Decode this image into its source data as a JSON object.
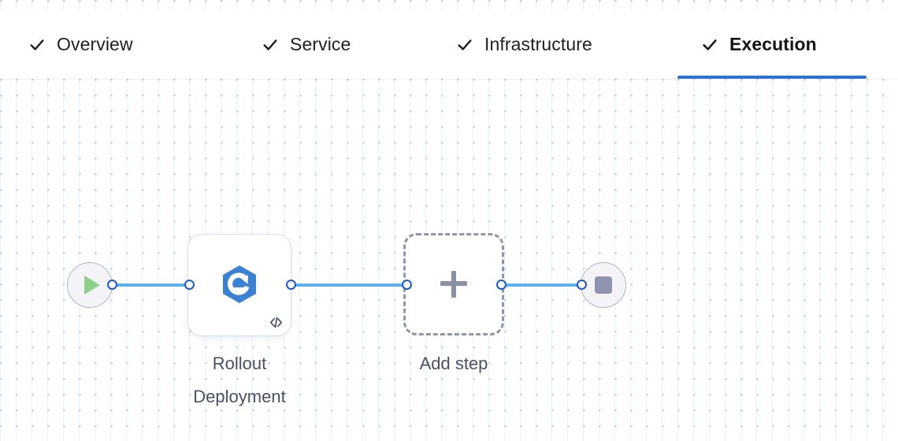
{
  "theme": {
    "accent_blue": "#2d72d2",
    "wire_blue": "#5cb2ee",
    "port_blue": "#1b5bc4",
    "node_gray": "#9094ae",
    "play_green": "#8fd08a",
    "icon_blue": "#3b82d4",
    "label_text": "#4b5066",
    "dot_grid": "#c5cdd8"
  },
  "tabs": [
    {
      "id": "overview",
      "label": "Overview",
      "icon": "check-icon",
      "completed": true,
      "active": false
    },
    {
      "id": "service",
      "label": "Service",
      "icon": "check-icon",
      "completed": true,
      "active": false
    },
    {
      "id": "infrastructure",
      "label": "Infrastructure",
      "icon": "check-icon",
      "completed": true,
      "active": false
    },
    {
      "id": "execution",
      "label": "Execution",
      "icon": "check-icon",
      "completed": true,
      "active": true
    }
  ],
  "flow": {
    "start_node": {
      "name": "start-node",
      "icon": "play-icon"
    },
    "steps": [
      {
        "id": "rollout-deployment",
        "label": "Rollout\nDeployment",
        "icon": "rollout-deployment-icon",
        "badge": "code-icon",
        "type": "step-card"
      },
      {
        "id": "add-step",
        "label": "Add step",
        "icon": "plus-icon",
        "type": "add-placeholder"
      }
    ],
    "end_node": {
      "name": "end-node",
      "icon": "stop-icon"
    },
    "connections": [
      {
        "from": "start-node",
        "to": "rollout-deployment"
      },
      {
        "from": "rollout-deployment",
        "to": "add-step"
      },
      {
        "from": "add-step",
        "to": "end-node"
      }
    ]
  }
}
